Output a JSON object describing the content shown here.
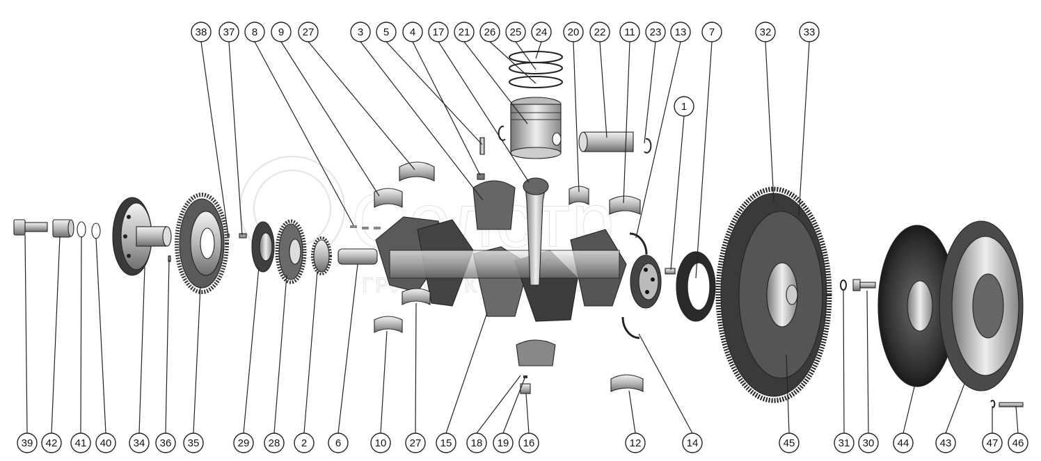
{
  "watermark": {
    "brand": "Селстр",
    "subtitle": "ГРУППА КОМПАНИЙ"
  },
  "callouts": {
    "top": [
      "38",
      "37",
      "8",
      "9",
      "27",
      "3",
      "5",
      "4",
      "17",
      "21",
      "26",
      "25",
      "24",
      "20",
      "22",
      "11",
      "23",
      "13",
      "7",
      "32",
      "33"
    ],
    "middle": [
      "1"
    ],
    "bottom": [
      "39",
      "42",
      "41",
      "40",
      "34",
      "36",
      "35",
      "29",
      "28",
      "2",
      "6",
      "10",
      "27",
      "15",
      "18",
      "19",
      "16",
      "12",
      "14",
      "45",
      "31",
      "30",
      "44",
      "43",
      "47",
      "46"
    ]
  },
  "colors": {
    "line": "#222222",
    "part_light": "#d9d9d9",
    "part_mid": "#9a9a9a",
    "part_dark": "#3c3c3c",
    "background": "#ffffff"
  }
}
